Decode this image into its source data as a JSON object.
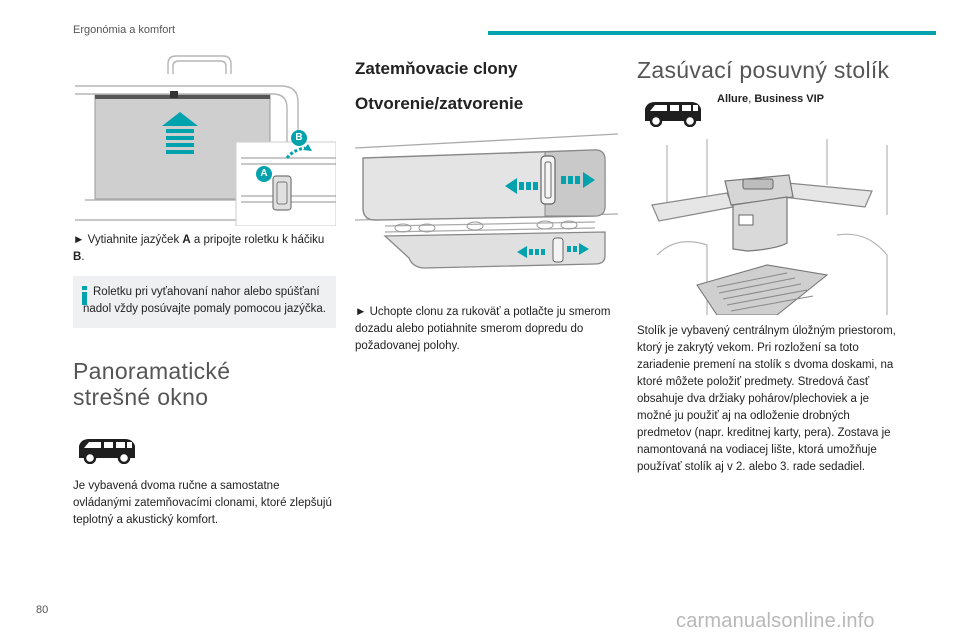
{
  "header": {
    "title": "Ergonómia a komfort"
  },
  "page_number": "80",
  "watermark": "carmanualsonline.info",
  "col1": {
    "callout_b": "B",
    "callout_a": "A",
    "instruction_prefix": "► Vytiahnite jazýček ",
    "instruction_a": "A",
    "instruction_mid": " a pripojte roletku k háčiku ",
    "instruction_b": "B",
    "instruction_end": ".",
    "note": "Roletku pri vyťahovaní nahor alebo spúšťaní nadol vždy posúvajte pomaly pomocou jazýčka.",
    "section_title": "Panoramatické strešné okno",
    "description": "Je vybavená dvoma ručne a samostatne ovládanými zatemňovacími clonami, ktoré zlepšujú teplotný a akustický komfort."
  },
  "col2": {
    "heading1": "Zatemňovacie clony",
    "heading2": "Otvorenie/zatvorenie",
    "instruction": "► Uchopte clonu za rukoväť a potlačte ju smerom dozadu alebo potiahnite smerom dopredu do požadovanej polohy."
  },
  "col3": {
    "section_title": "Zasúvací posuvný stolík",
    "trim_1": "Allure",
    "trim_sep": ", ",
    "trim_2": "Business VIP",
    "description": "Stolík je vybavený centrálnym úložným priestorom, ktorý je zakrytý vekom. Pri rozložení sa toto zariadenie premení na stolík s dvoma doskami, na ktoré môžete položiť predmety. Stredová časť obsahuje dva držiaky pohárov/plechoviek a je možné ju použiť aj na odloženie drobných predmetov (napr. kreditnej karty, pera). Zostava je namontovaná na vodiacej lište, ktorá umožňuje používať stolík aj v 2. alebo 3. rade sedadiel."
  },
  "colors": {
    "accent": "#00a3ad",
    "note_bg": "#eef0f2",
    "illustration_gray": "#c8c8c8"
  },
  "icons": [
    "van-icon",
    "van-icon"
  ]
}
